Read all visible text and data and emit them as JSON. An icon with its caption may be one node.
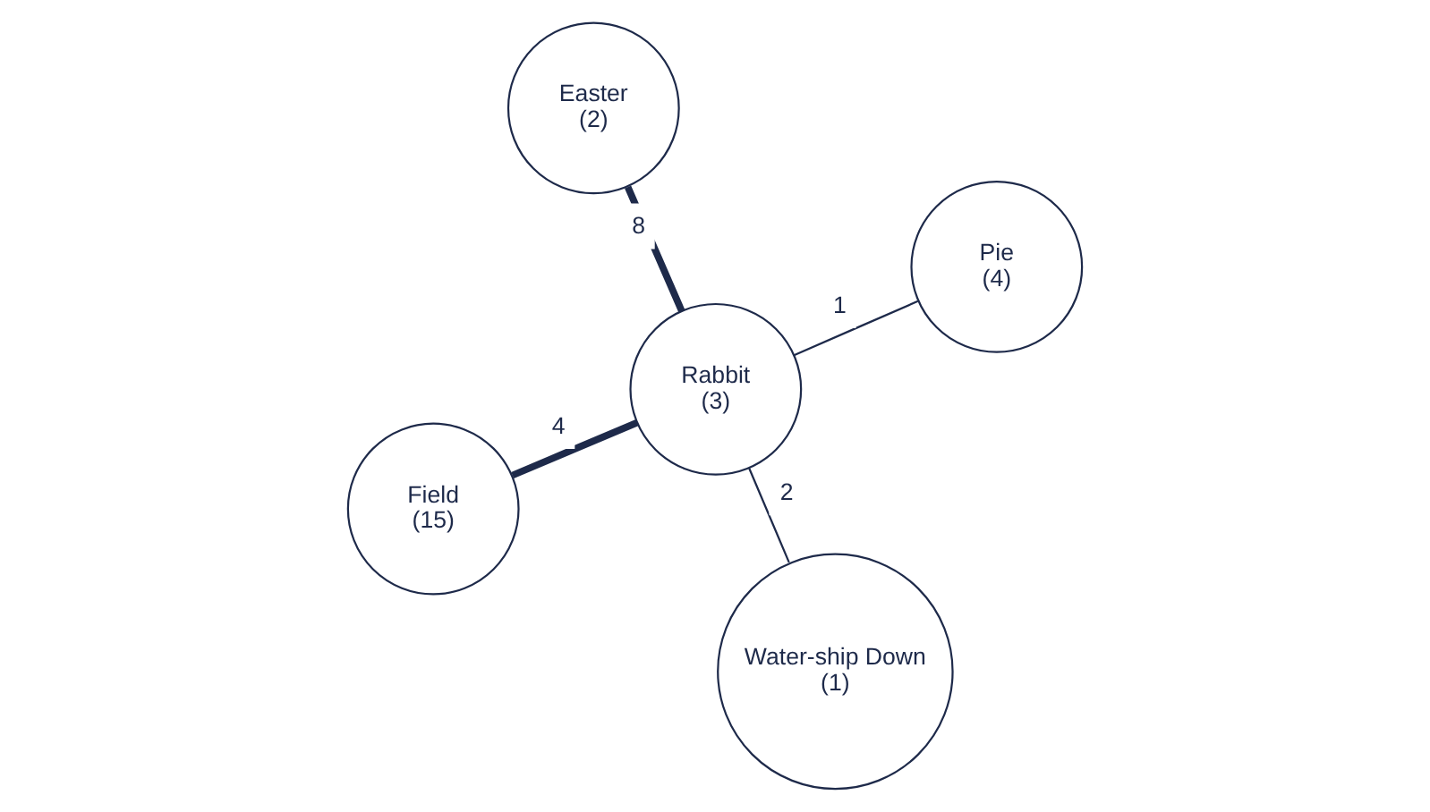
{
  "diagram": {
    "nodes": [
      {
        "text": [
          "Field",
          "(15)"
        ]
      },
      {
        "text": [
          "Rabbit",
          "(3)"
        ]
      },
      {
        "text": [
          "Water-ship Down",
          "(1)"
        ]
      },
      {
        "text": [
          "Easter",
          "(2)"
        ]
      },
      {
        "text": [
          "Pie",
          "(4)"
        ]
      }
    ],
    "edges": [
      {
        "from": 2,
        "to": 1,
        "arrow": "none",
        "label": "2"
      },
      {
        "from": 1,
        "to": 0,
        "arrow": "none",
        "label": "4",
        "style": "thick"
      },
      {
        "from": 1,
        "to": 4,
        "arrow": "none",
        "label": "1"
      },
      {
        "from": 1,
        "to": 3,
        "arrow": "none",
        "label": "8",
        "style": "thick"
      }
    ]
  }
}
